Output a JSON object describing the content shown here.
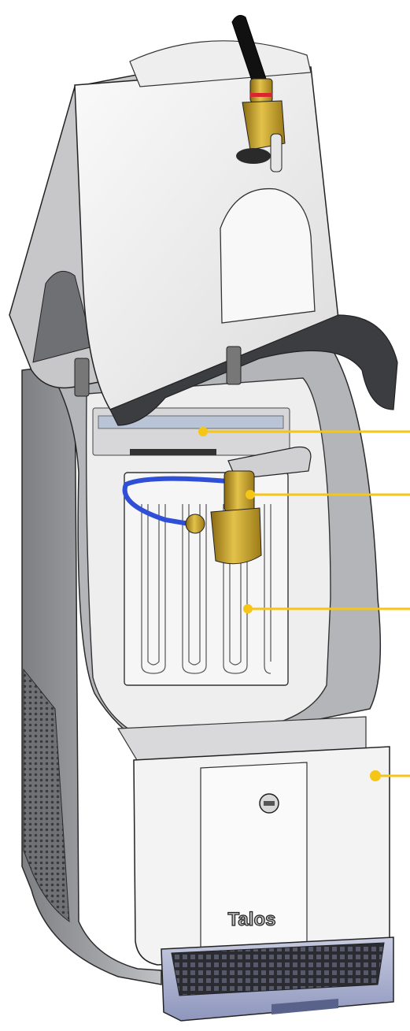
{
  "product": {
    "brand": "Talos"
  },
  "callouts": [
    {
      "id": "top-compartment"
    },
    {
      "id": "keg-coupler"
    },
    {
      "id": "cooling-plate"
    },
    {
      "id": "front-panel"
    }
  ],
  "colors": {
    "callout": "#F5C518",
    "brass": "#C9A227",
    "hose": "#2F4FD6",
    "body_grey": "#8E9094",
    "panel_white": "#F4F4F4",
    "tray_blue_grey": "#9AA2C8"
  }
}
